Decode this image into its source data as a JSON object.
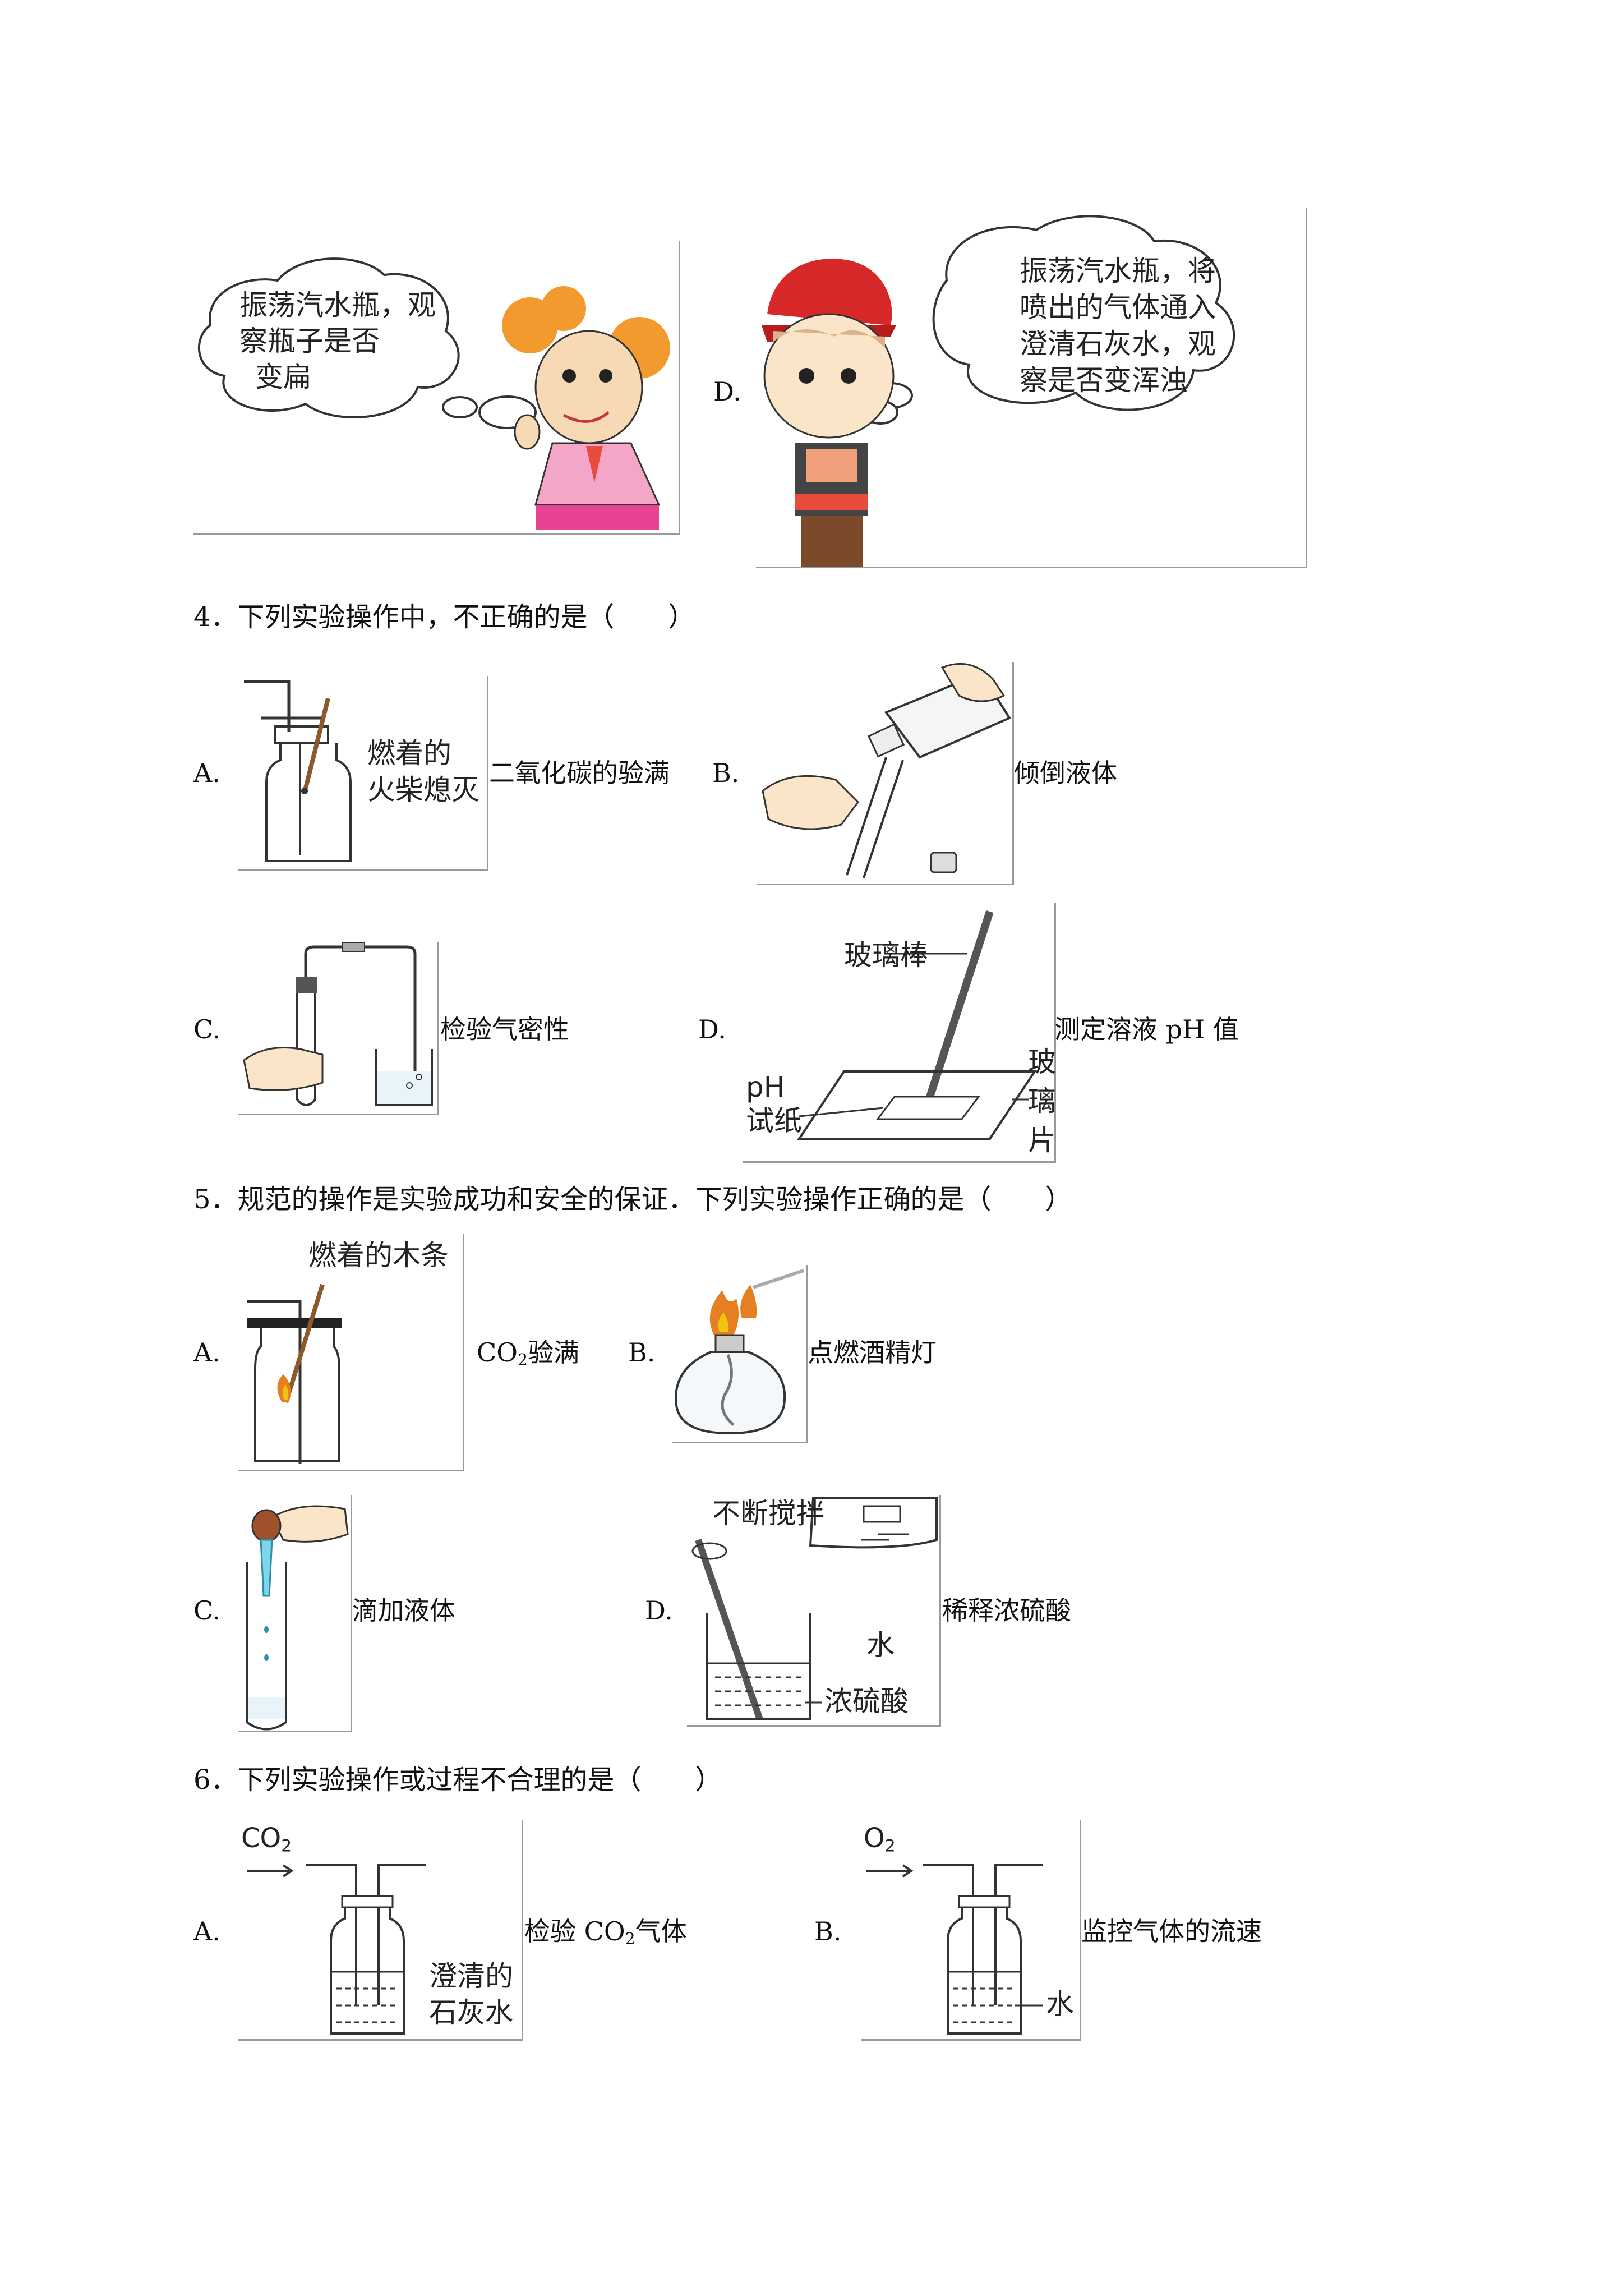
{
  "q3": {
    "c_bubble": [
      "振荡汽水瓶，观",
      "察瓶子是否",
      "变扁"
    ],
    "d_label": "D.",
    "d_bubble": [
      "振荡汽水瓶，将",
      "喷出的气体通入",
      "澄清石灰水，观",
      "察是否变浑浊"
    ]
  },
  "q4": {
    "stem": "4．下列实验操作中，不正确的是（　　）",
    "a": {
      "label": "A.",
      "fig_text": [
        "燃着的",
        "火柴熄灭"
      ],
      "caption": "二氧化碳的验满"
    },
    "b": {
      "label": "B.",
      "caption": "倾倒液体"
    },
    "c": {
      "label": "C.",
      "caption": "检验气密性"
    },
    "d": {
      "label": "D.",
      "rod": "玻璃棒",
      "ph": [
        "pH",
        "试纸"
      ],
      "glass": [
        "玻",
        "璃",
        "片"
      ],
      "caption": "测定溶液 pH 值"
    }
  },
  "q5": {
    "stem": "5．规范的操作是实验成功和安全的保证．下列实验操作正确的是（　　）",
    "a": {
      "label": "A.",
      "fig_text": "燃着的木条",
      "caption_pre": "CO",
      "caption_sub": "2",
      "caption_post": "验满"
    },
    "b": {
      "label": "B.",
      "caption": "点燃酒精灯"
    },
    "c": {
      "label": "C.",
      "caption": "滴加液体"
    },
    "d": {
      "label": "D.",
      "stir": "不断搅拌",
      "water": "水",
      "acid": "浓硫酸",
      "caption": "稀释浓硫酸"
    }
  },
  "q6": {
    "stem": "6．下列实验操作或过程不合理的是（　　）",
    "a": {
      "label": "A.",
      "gas_pre": "CO",
      "gas_sub": "2",
      "liquid": [
        "澄清的",
        "石灰水"
      ],
      "caption_pre": "检验 CO",
      "caption_sub": "2",
      "caption_post": "气体"
    },
    "b": {
      "label": "B.",
      "gas_pre": "O",
      "gas_sub": "2",
      "liquid": "水",
      "caption": "监控气体的流速"
    }
  }
}
